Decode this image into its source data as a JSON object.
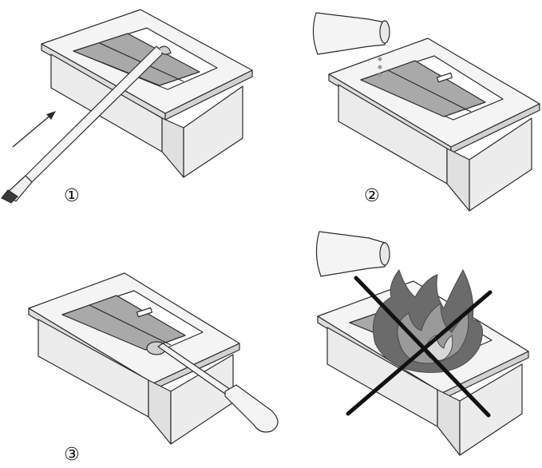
{
  "steps": [
    {
      "label": "①"
    },
    {
      "label": "②"
    },
    {
      "label": "③"
    }
  ],
  "colors": {
    "outline": "#2b2b2b",
    "box_top": "#f4f4f4",
    "box_side": "#ececec",
    "box_front": "#e6e6e6",
    "tank": "#a9a9a9",
    "lid": "#e2e2e2",
    "flame_dark": "#6b6b6b",
    "flame_light": "#9a9a9a",
    "cross": "#111111"
  },
  "icons": {
    "arrow": "arrow-icon",
    "lighter_rod": "lighter-rod-icon",
    "pitcher": "pitcher-icon",
    "cover_tool": "cover-tool-icon",
    "flame": "flame-icon",
    "cross": "cross-icon"
  }
}
